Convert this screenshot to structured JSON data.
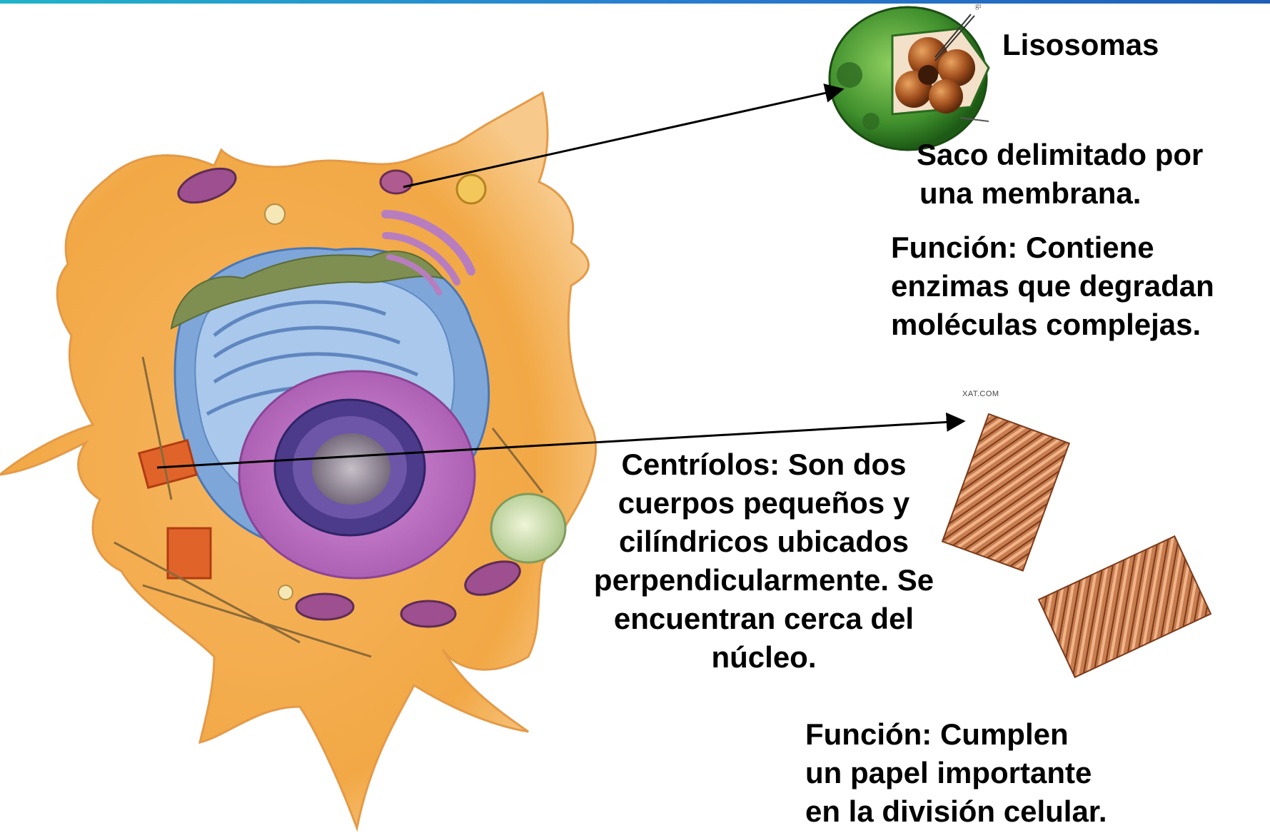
{
  "lisosoma": {
    "title": "Lisosomas",
    "mark": "gi",
    "description": [
      "Saco delimitado por",
      "una membrana."
    ],
    "function": [
      "Función: Contiene",
      "enzimas que degradan",
      "moléculas complejas."
    ]
  },
  "centriolo": {
    "description": [
      "Centríolos: Son dos",
      "cuerpos pequeños y",
      "cilíndricos ubicados",
      "perpendicularmente. Se",
      "encuentran cerca del",
      "núcleo."
    ],
    "function": [
      "Función: Cumplen",
      "un papel importante",
      "en la división celular."
    ],
    "watermark": "XAT.COM"
  }
}
